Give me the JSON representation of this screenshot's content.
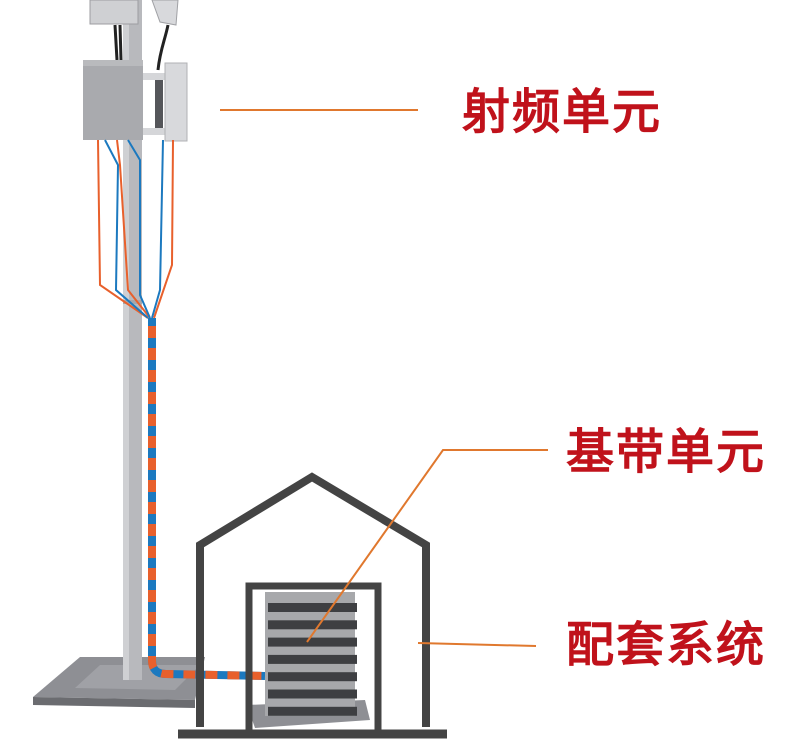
{
  "labels": {
    "rf_unit": "射频单元",
    "baseband_unit": "基带单元",
    "supporting_system": "配套系统"
  },
  "colors": {
    "label": "#c0121b",
    "leader_line": "#e0782e",
    "house": "#444444",
    "pole": "#b8b9bd",
    "cable_orange": "#e8602c",
    "cable_blue": "#1c79bf"
  }
}
